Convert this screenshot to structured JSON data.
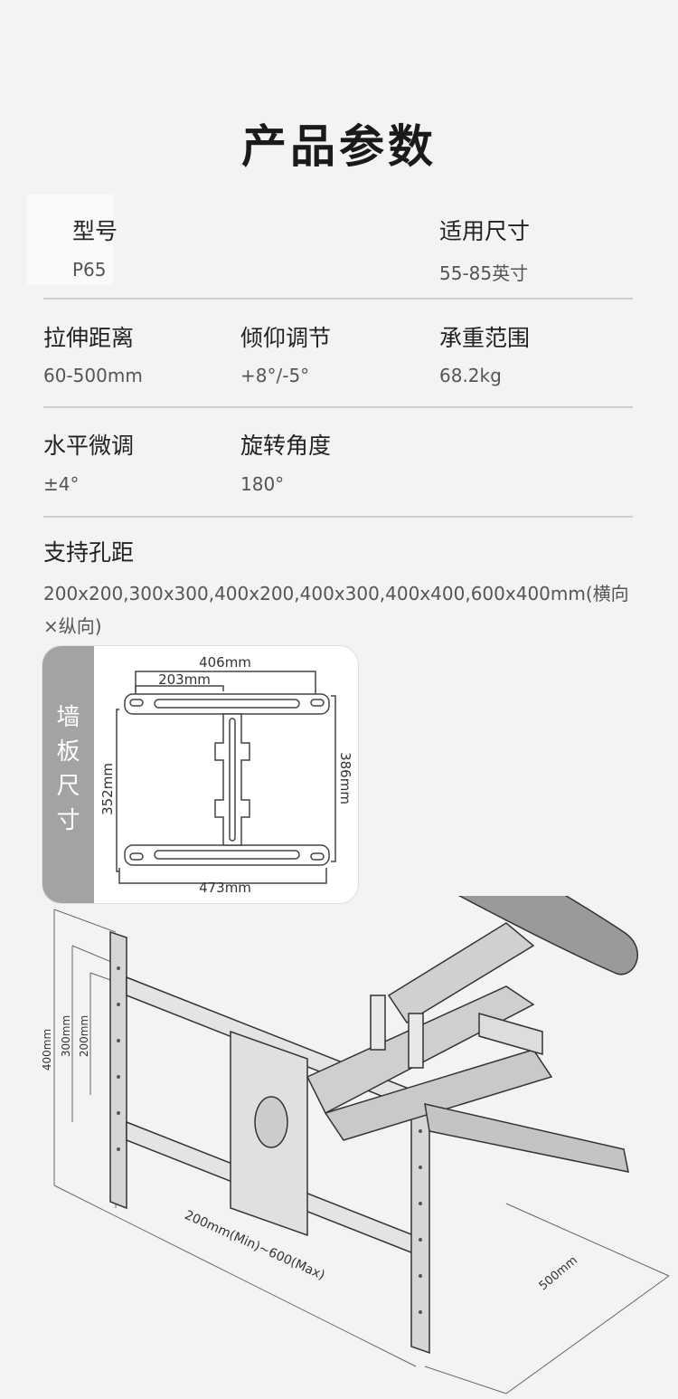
{
  "title": "产品参数",
  "specs": [
    {
      "label": "型号",
      "value": "P65"
    },
    {
      "label": "适用尺寸",
      "value": "55-85英寸"
    },
    {
      "label": "拉伸距离",
      "value": "60-500mm"
    },
    {
      "label": "倾仰调节",
      "value": "+8°/-5°"
    },
    {
      "label": "承重范围",
      "value": "68.2kg"
    },
    {
      "label": "水平微调",
      "value": "±4°"
    },
    {
      "label": "旋转角度",
      "value": "180°"
    }
  ],
  "vesa": {
    "label": "支持孔距",
    "value": "200x200,300x300,400x200,400x300,400x400,600x400mm(横向×纵向)"
  },
  "wall_plate": {
    "label_chars": [
      "墙",
      "板",
      "尺",
      "寸"
    ],
    "dims": {
      "top_outer": "406mm",
      "top_inner": "203mm",
      "left": "352mm",
      "right": "386mm",
      "bottom": "473mm"
    }
  },
  "product_dims": {
    "h400": "400mm",
    "h300": "300mm",
    "h200": "200mm",
    "width": "200mm(Min)~600(Max)",
    "depth": "500mm"
  }
}
